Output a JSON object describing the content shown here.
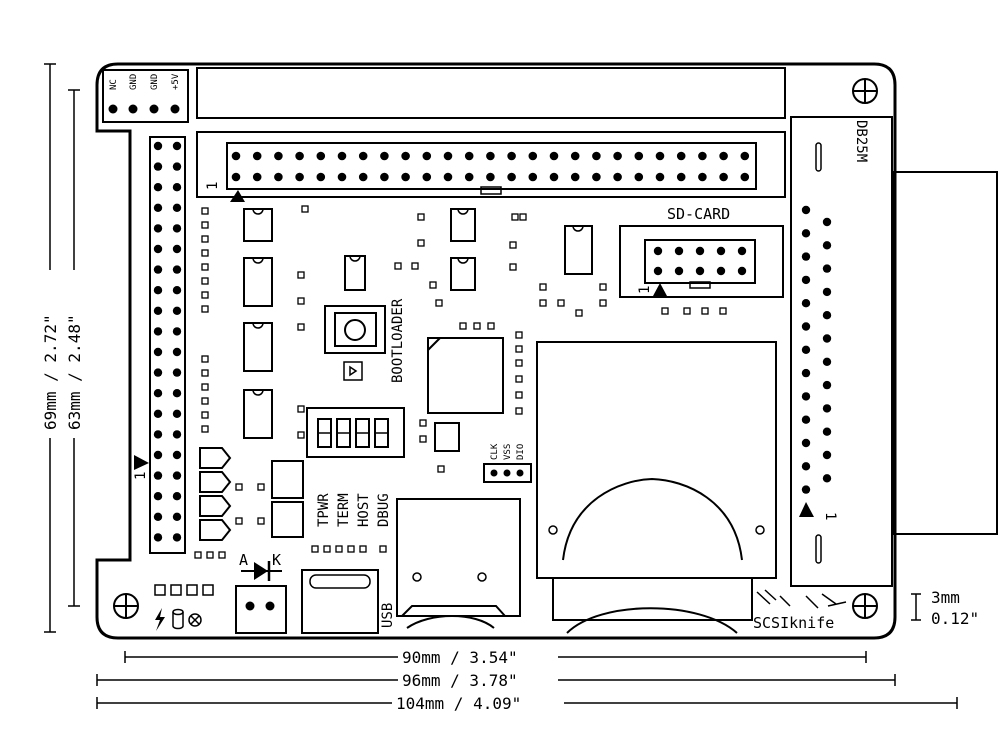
{
  "board": {
    "name": "SCSIknife",
    "power_header": [
      "NC",
      "GND",
      "GND",
      "+5V"
    ],
    "connectors": {
      "sd_card": "SD-CARD",
      "db25": "DB25M",
      "usb": "USB",
      "bootloader": "BOOTLOADER",
      "debug_header": [
        "CLK",
        "VSS",
        "DIO"
      ],
      "status_leds": [
        "TPWR",
        "TERM",
        "HOST",
        "DBUG"
      ],
      "pin1_marker": "1",
      "diode_anode": "A",
      "diode_cathode": "K"
    }
  },
  "dimensions": {
    "height_outer": "69mm / 2.72\"",
    "height_inner": "63mm / 2.48\"",
    "width_holes": "90mm / 3.54\"",
    "width_mid": "96mm / 3.78\"",
    "width_outer": "104mm / 4.09\"",
    "thickness_mm": "3mm",
    "thickness_in": "0.12\""
  }
}
